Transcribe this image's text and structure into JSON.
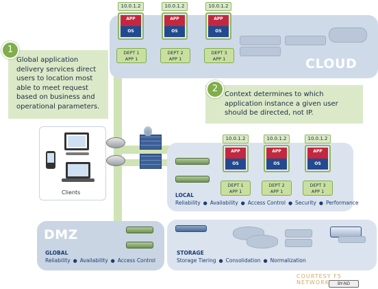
{
  "callouts": [
    {
      "number": "1",
      "text": "Global application delivery services direct users to location most able to meet request based on business and operational parameters."
    },
    {
      "number": "2",
      "text": "Context determines to which application instance a given user should be directed, not IP."
    }
  ],
  "cloud": {
    "title": "CLOUD",
    "instances": [
      {
        "ip": "10.0.1.2",
        "app": "APP",
        "os": "OS",
        "dept": "DEPT 1",
        "app_name": "APP 1"
      },
      {
        "ip": "10.0.1.2",
        "app": "APP",
        "os": "OS",
        "dept": "DEPT 2",
        "app_name": "APP 1"
      },
      {
        "ip": "10.0.1.2",
        "app": "APP",
        "os": "OS",
        "dept": "DEPT 3",
        "app_name": "APP 1"
      }
    ]
  },
  "local": {
    "label": "LOCAL",
    "features": [
      "Reliability",
      "Availability",
      "Access Control",
      "Security",
      "Performance"
    ],
    "instances": [
      {
        "ip": "10.0.1.2",
        "app": "APP",
        "os": "OS",
        "dept": "DEPT 1",
        "app_name": "APP 1"
      },
      {
        "ip": "10.0.1.2",
        "app": "APP",
        "os": "OS",
        "dept": "DEPT 2",
        "app_name": "APP 1"
      },
      {
        "ip": "10.0.1.2",
        "app": "APP",
        "os": "OS",
        "dept": "DEPT 3",
        "app_name": "APP 1"
      }
    ]
  },
  "dmz": {
    "title": "DMZ",
    "label": "GLOBAL",
    "features": [
      "Reliability",
      "Availability",
      "Access Control"
    ]
  },
  "storage": {
    "label": "STORAGE",
    "features": [
      "Storage Tiering",
      "Consolidation",
      "Normalization"
    ]
  },
  "clients": {
    "label": "Clients"
  },
  "footer": {
    "courtesy": "COURTESY F5 NETWORKS",
    "license": "BY-ND"
  },
  "colors": {
    "app_red": "#c2283f",
    "os_blue": "#234a8e",
    "callout_green": "#dbe9c8",
    "accent_green": "#7fae4a",
    "text_blue": "#1b3d73"
  }
}
